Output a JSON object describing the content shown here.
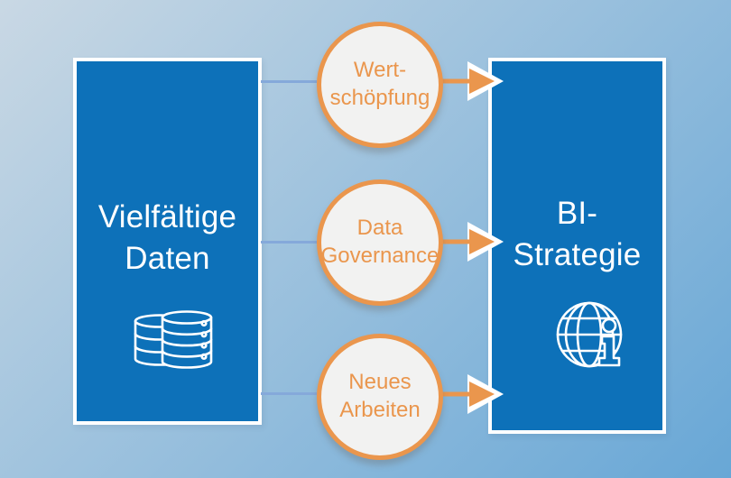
{
  "diagram": {
    "left_box": {
      "title": "Vielfältige\nDaten",
      "icon": "database-stack-icon"
    },
    "right_box": {
      "title": "BI-\nStrategie",
      "icon": "globe-info-icon"
    },
    "nodes": [
      {
        "label": "Wert-\nschöpfung"
      },
      {
        "label": "Data\nGovernance"
      },
      {
        "label": "Neues\nArbeiten"
      }
    ]
  },
  "colors": {
    "box_blue": "#0d71b9",
    "accent_orange": "#ea964d",
    "circle_fill": "#f2f2f1",
    "connector_blue": "#85a9da",
    "bg_start": "#c9d8e4",
    "bg_end": "#68a7d6",
    "text_white": "#ffffff"
  }
}
